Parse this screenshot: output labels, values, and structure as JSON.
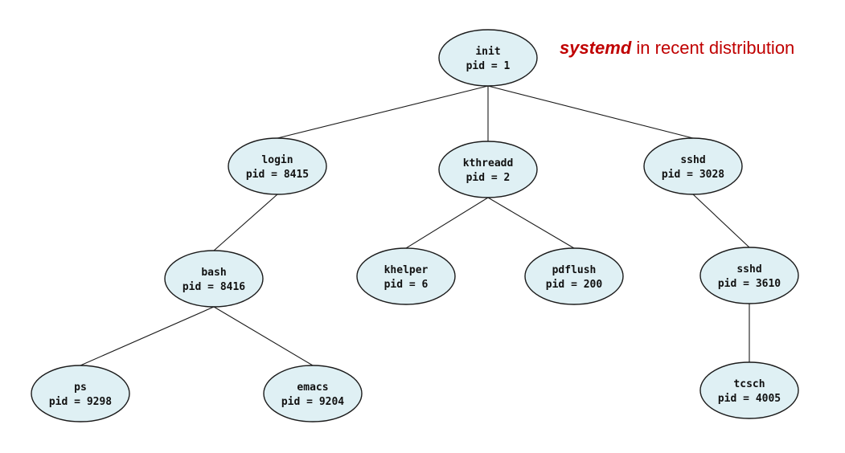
{
  "note": {
    "emphasis": "systemd",
    "rest": "in recent distribution",
    "color": "#c00000"
  },
  "nodes": [
    {
      "id": "init",
      "name": "init",
      "pid": "pid = 1"
    },
    {
      "id": "login",
      "name": "login",
      "pid": "pid = 8415"
    },
    {
      "id": "kthreadd",
      "name": "kthreadd",
      "pid": "pid = 2"
    },
    {
      "id": "sshd1",
      "name": "sshd",
      "pid": "pid = 3028"
    },
    {
      "id": "bash",
      "name": "bash",
      "pid": "pid = 8416"
    },
    {
      "id": "khelper",
      "name": "khelper",
      "pid": "pid = 6"
    },
    {
      "id": "pdflush",
      "name": "pdflush",
      "pid": "pid = 200"
    },
    {
      "id": "sshd2",
      "name": "sshd",
      "pid": "pid = 3610"
    },
    {
      "id": "ps",
      "name": "ps",
      "pid": "pid = 9298"
    },
    {
      "id": "emacs",
      "name": "emacs",
      "pid": "pid = 9204"
    },
    {
      "id": "tcsch",
      "name": "tcsch",
      "pid": "pid = 4005"
    }
  ],
  "edges": [
    [
      "init",
      "login"
    ],
    [
      "init",
      "kthreadd"
    ],
    [
      "init",
      "sshd1"
    ],
    [
      "login",
      "bash"
    ],
    [
      "kthreadd",
      "khelper"
    ],
    [
      "kthreadd",
      "pdflush"
    ],
    [
      "sshd1",
      "sshd2"
    ],
    [
      "bash",
      "ps"
    ],
    [
      "bash",
      "emacs"
    ],
    [
      "sshd2",
      "tcsch"
    ]
  ],
  "colors": {
    "node_fill": "#dff0f4",
    "line": "#1a1a1a"
  }
}
